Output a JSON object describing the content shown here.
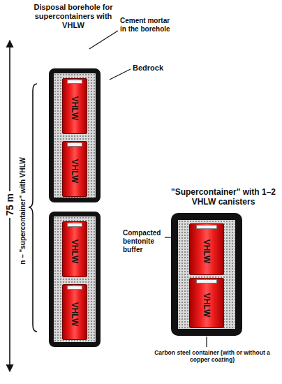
{
  "diagram": {
    "nodes": [
      {
        "text": [
          "Disposal borehole for supercontainers with VHLW"
        ]
      },
      {
        "text": [],
        "in": 0
      },
      {
        "text": [
          "VHLW"
        ],
        "in": 1
      },
      {
        "text": [
          "VHLW"
        ],
        "in": 1
      },
      {
        "text": [],
        "in": 0
      },
      {
        "text": [
          "VHLW"
        ],
        "in": 4
      },
      {
        "text": [
          "VHLW"
        ],
        "in": 4
      },
      {
        "text": [
          "\"Supercontainer\" with 1–2 VHLW canisters"
        ]
      },
      {
        "text": [
          "VHLW"
        ],
        "in": 7
      },
      {
        "text": [
          "VHLW"
        ],
        "in": 7
      }
    ],
    "labels": [
      "75 m",
      "n – \"supercontainer\" with VHLW",
      "Cement mortar in the borehole",
      "Bedrock",
      "Compacted bentonite buffer",
      "Carbon steel container (with or without a copper coating)"
    ]
  }
}
